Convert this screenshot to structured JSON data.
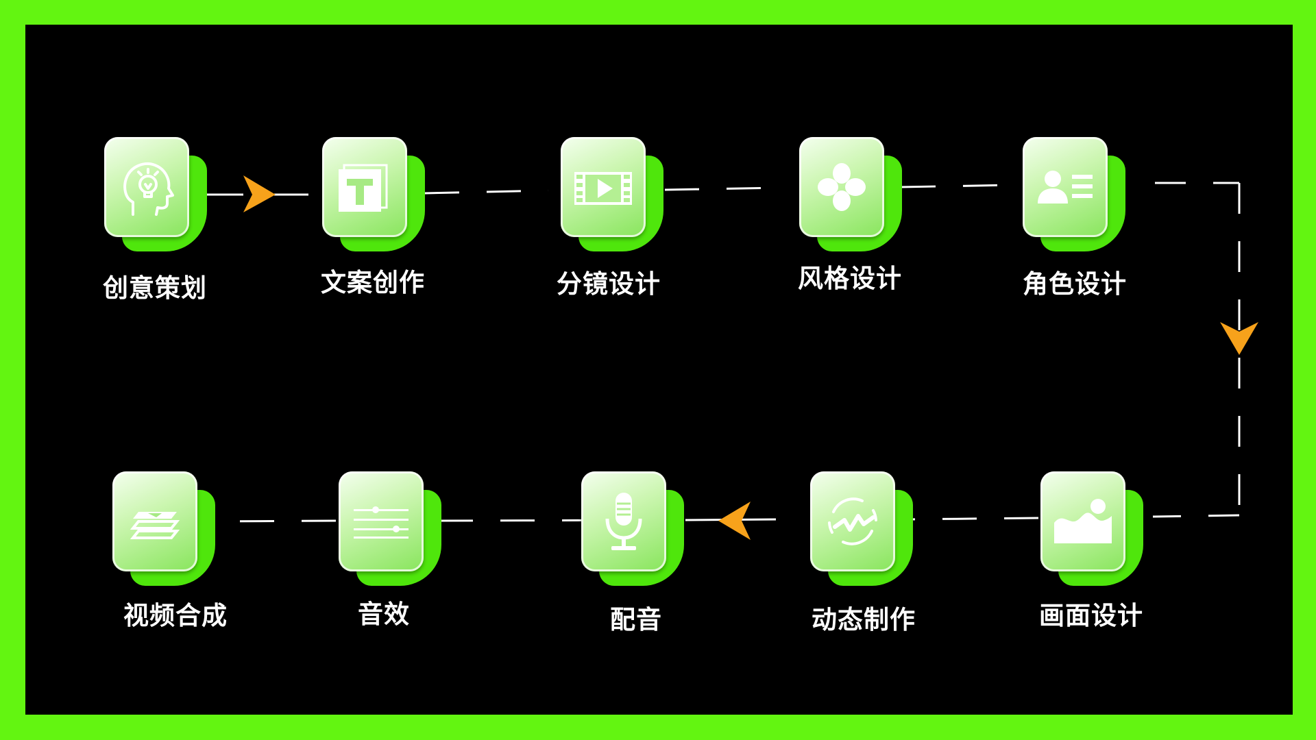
{
  "palette": {
    "frame": "#63F511",
    "background": "#000000",
    "arrow": "#F7A21B",
    "tile_shadow": "#4FE60C"
  },
  "steps": [
    {
      "label": "创意策划",
      "icon": "head-lightbulb-icon"
    },
    {
      "label": "文案创作",
      "icon": "text-t-icon"
    },
    {
      "label": "分镜设计",
      "icon": "film-play-icon"
    },
    {
      "label": "风格设计",
      "icon": "clover-icon"
    },
    {
      "label": "角色设计",
      "icon": "user-card-icon"
    },
    {
      "label": "画面设计",
      "icon": "image-landscape-icon"
    },
    {
      "label": "动态制作",
      "icon": "motion-refresh-icon"
    },
    {
      "label": "配音",
      "icon": "microphone-icon"
    },
    {
      "label": "音效",
      "icon": "equalizer-sliders-icon"
    },
    {
      "label": "视频合成",
      "icon": "layers-stack-icon"
    }
  ]
}
